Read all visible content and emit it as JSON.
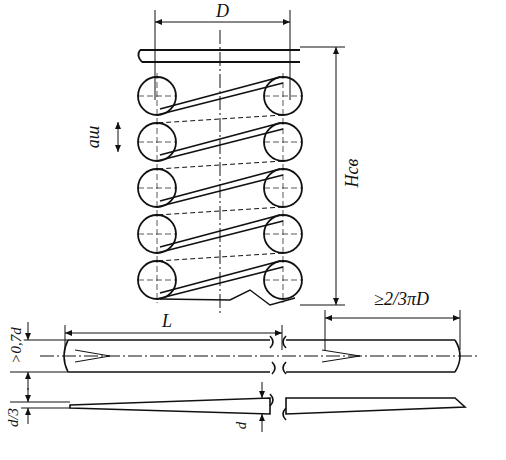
{
  "diagram": {
    "labels": [
      "D",
      "aш",
      "Hсв",
      "≥2/3πD",
      "L",
      ">0,7d",
      "d/3",
      "d"
    ]
  }
}
